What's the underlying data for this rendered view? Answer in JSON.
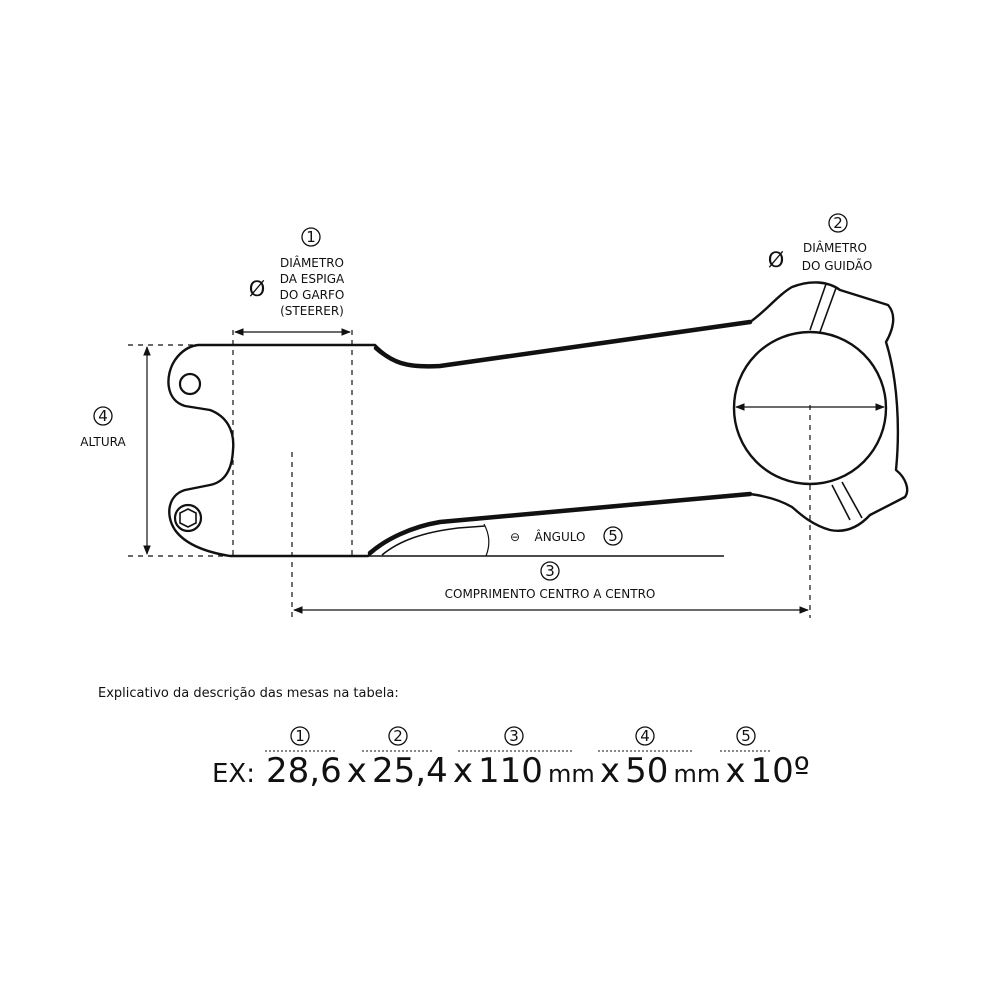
{
  "labels": {
    "ref1": "1",
    "ref2": "2",
    "ref3": "3",
    "ref4": "4",
    "ref5": "5",
    "diameter_symbol": "Ø",
    "steerer_line1": "DIÂMETRO",
    "steerer_line2": "DA ESPIGA",
    "steerer_line3": "DO GARFO",
    "steerer_line4": "(STEERER)",
    "handlebar_line1": "DIÂMETRO",
    "handlebar_line2": "DO GUIDÃO",
    "height": "ALTURA",
    "angle_symbol": "⊖",
    "angle": "ÂNGULO",
    "length": "COMPRIMENTO CENTRO A CENTRO"
  },
  "example": {
    "caption": "Explicativo da descrição das mesas na tabela:",
    "prefix": "EX:",
    "v1": "28,6",
    "x1": "x",
    "v2": "25,4",
    "x2": "x",
    "v3": "110",
    "u3": "mm",
    "x3": "x",
    "v4": "50",
    "u4": "mm",
    "x4": "x",
    "v5": "10º",
    "n1": "1",
    "n2": "2",
    "n3": "3",
    "n4": "4",
    "n5": "5"
  }
}
